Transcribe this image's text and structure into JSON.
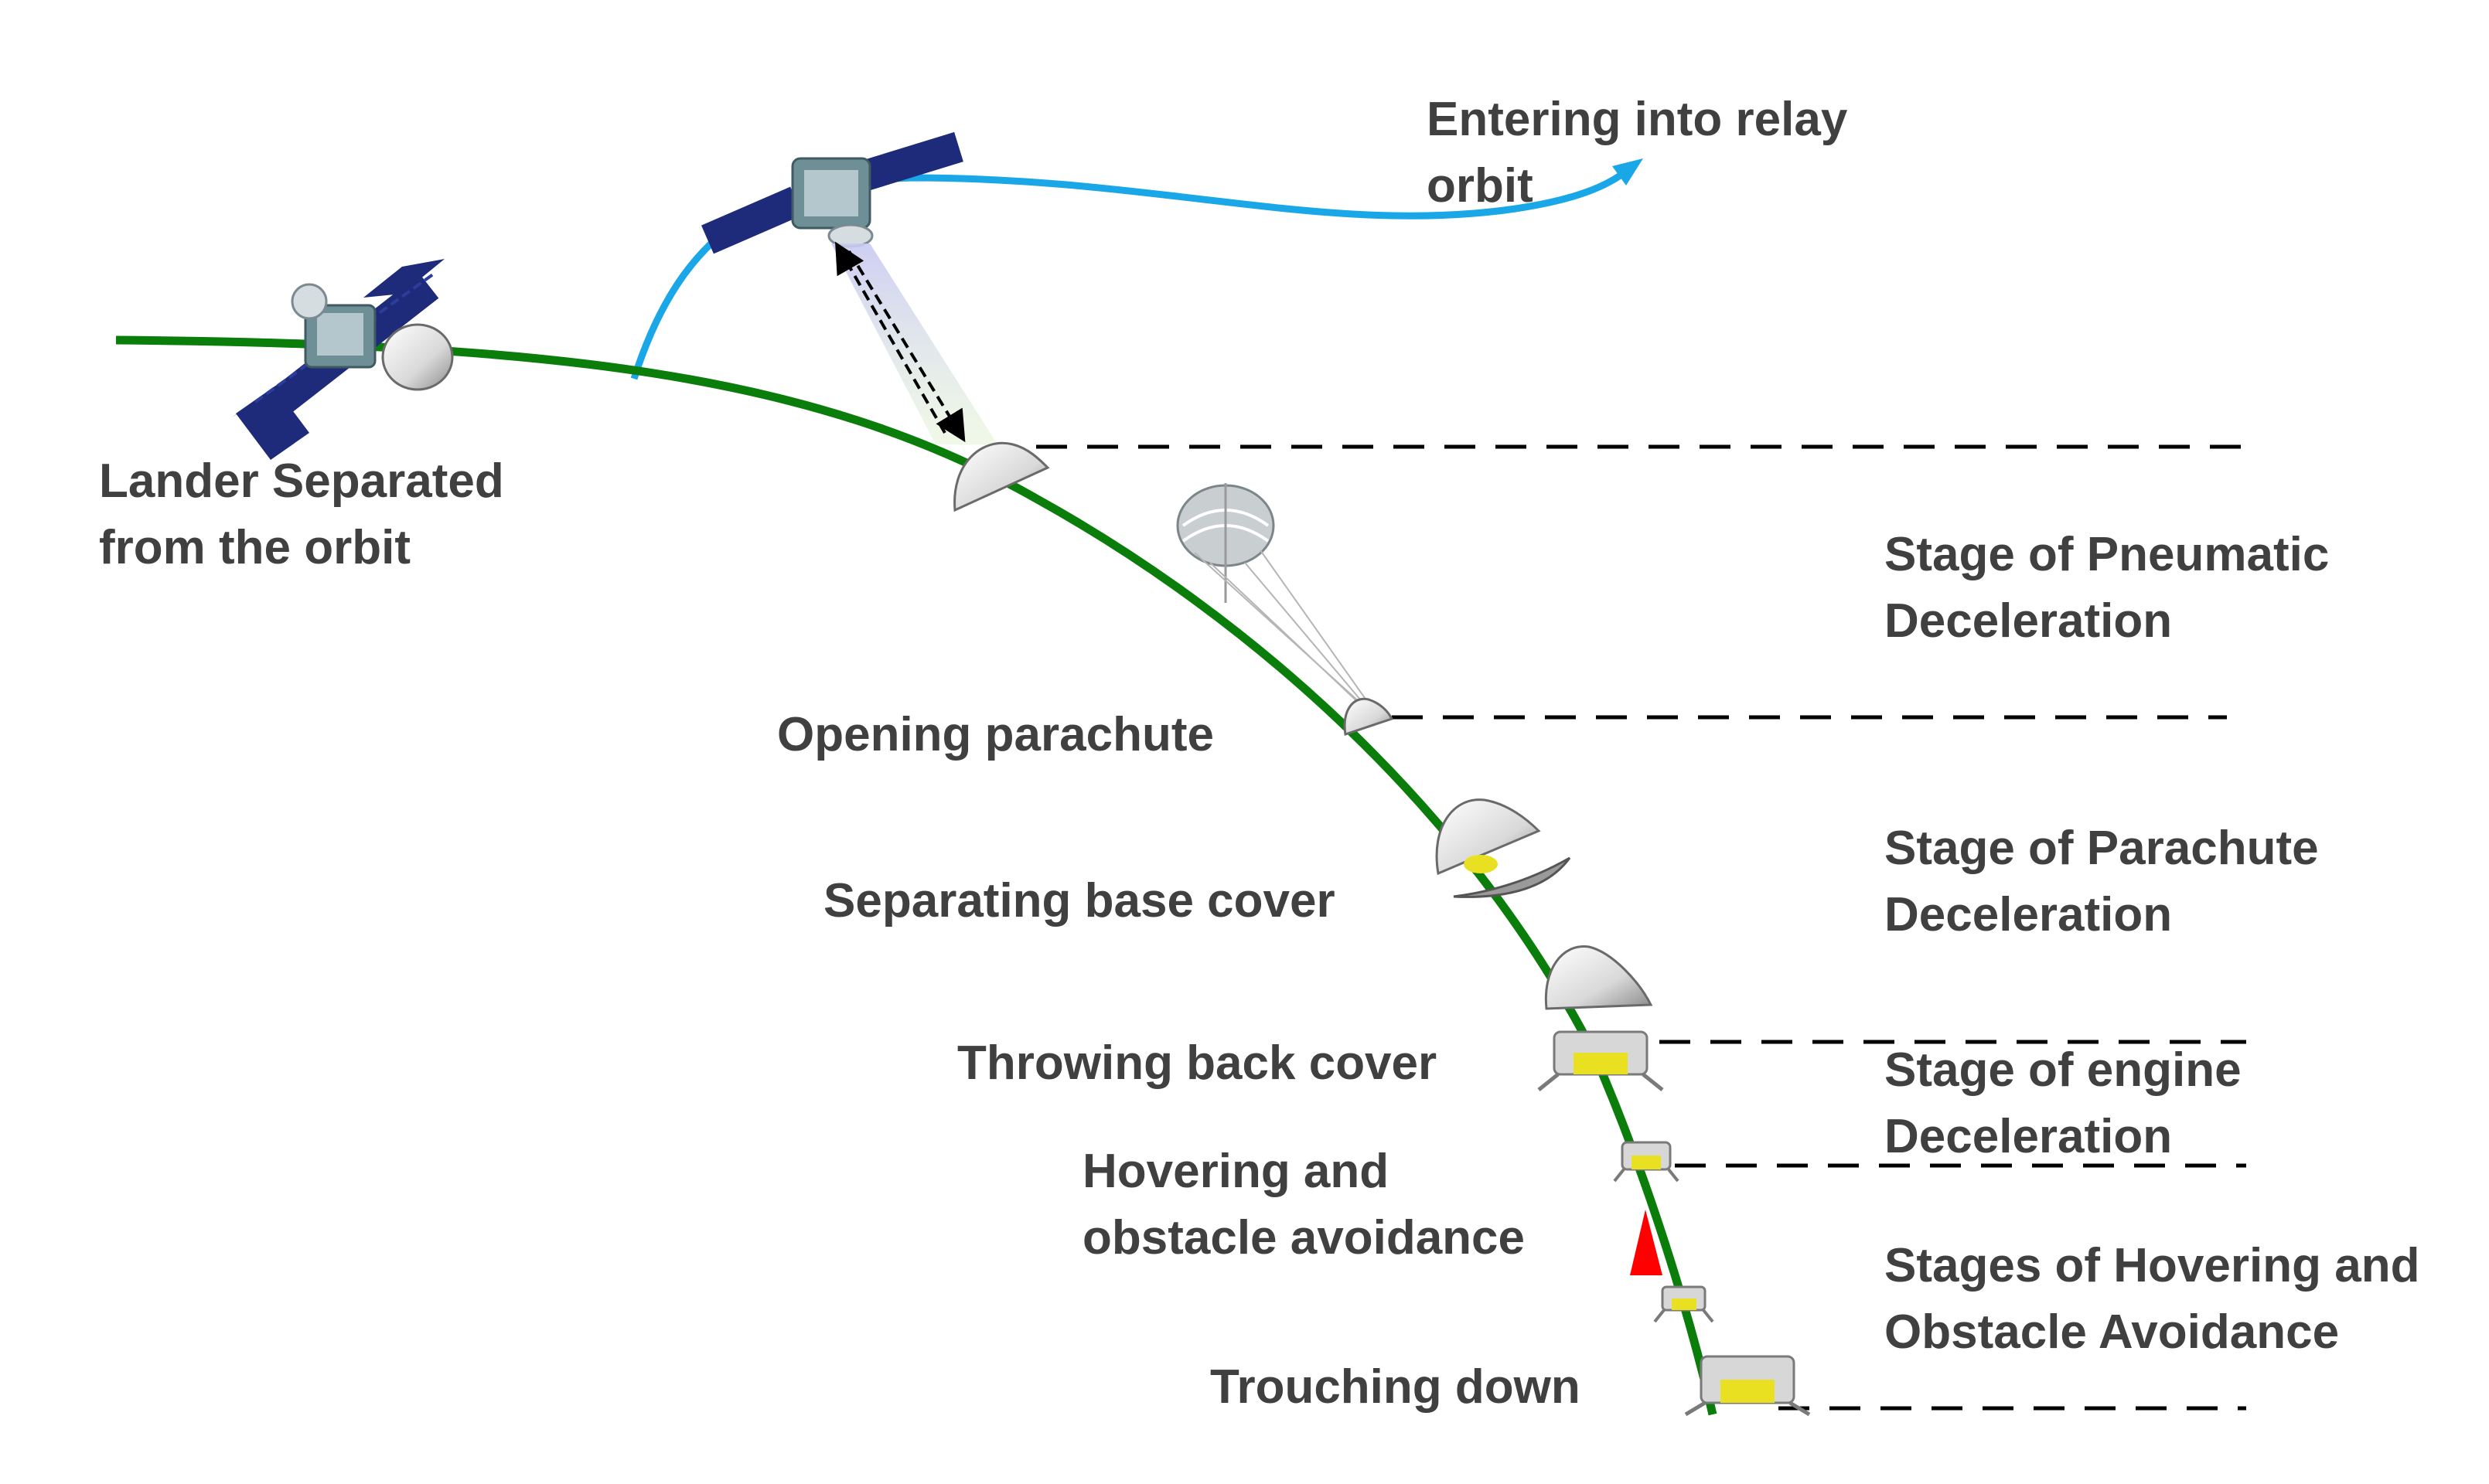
{
  "diagram": {
    "events": {
      "lander_separated": [
        "Lander Separated",
        "from the orbit"
      ],
      "relay_orbit": [
        "Entering into relay",
        "orbit"
      ],
      "opening_parachute": "Opening parachute",
      "separating_base_cover": "Separating base cover",
      "throwing_back_cover": "Throwing back cover",
      "hovering": [
        "Hovering and",
        "obstacle avoidance"
      ],
      "touching_down": "Trouching down"
    },
    "stages": {
      "pneumatic": [
        "Stage of Pneumatic",
        "Deceleration"
      ],
      "parachute": [
        "Stage of Parachute",
        "Deceleration"
      ],
      "engine": [
        "Stage of engine",
        "Deceleration"
      ],
      "hovering": [
        "Stages of Hovering and",
        "Obstacle Avoidance"
      ]
    },
    "colors": {
      "descent_trajectory": "#0a7d0a",
      "relay_orbit": "#1aa7e8",
      "text": "#404040",
      "stage_divider": "#000000",
      "engine_plume": "#ff0000",
      "lander_body": "#e8e020",
      "solar_panel": "#1e2a7a"
    }
  }
}
